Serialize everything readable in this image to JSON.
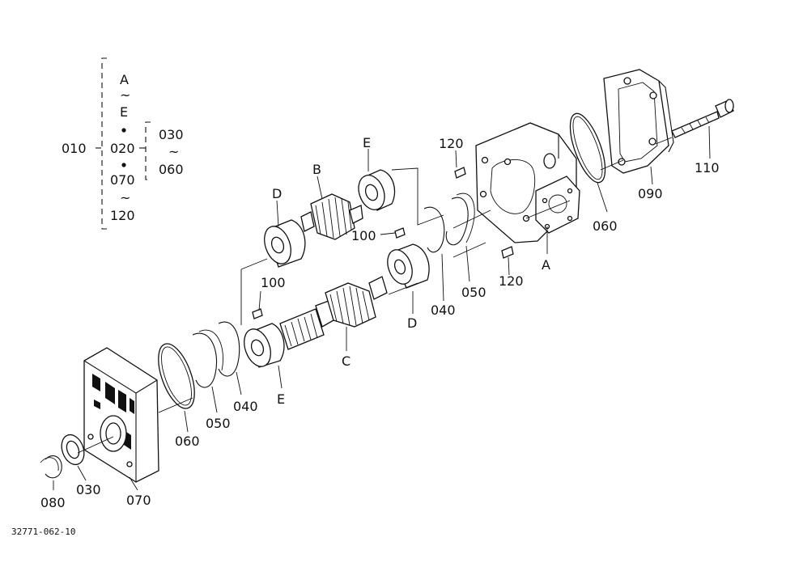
{
  "drawing_code": "32771-062-10",
  "legend": {
    "assembly_label": "010",
    "group_top": "A",
    "group_top_end": "E",
    "middle_label": "020",
    "sub_start": "030",
    "sub_end": "060",
    "group_bottom": "070",
    "group_bottom_end": "120",
    "tilde": "~"
  },
  "callouts": {
    "c120_upper": "120",
    "c120_lower": "120",
    "c110": "110",
    "c090": "090",
    "c060_right": "060",
    "c060_left": "060",
    "cA": "A",
    "cE_top": "E",
    "cB": "B",
    "cD_left": "D",
    "cD_mid": "D",
    "c100_mid": "100",
    "c100_left": "100",
    "c040_right": "040",
    "c050_right": "050",
    "cC": "C",
    "cE_bottom": "E",
    "c040_left": "040",
    "c050_left": "050",
    "c080": "080",
    "c030": "030",
    "c070": "070"
  }
}
